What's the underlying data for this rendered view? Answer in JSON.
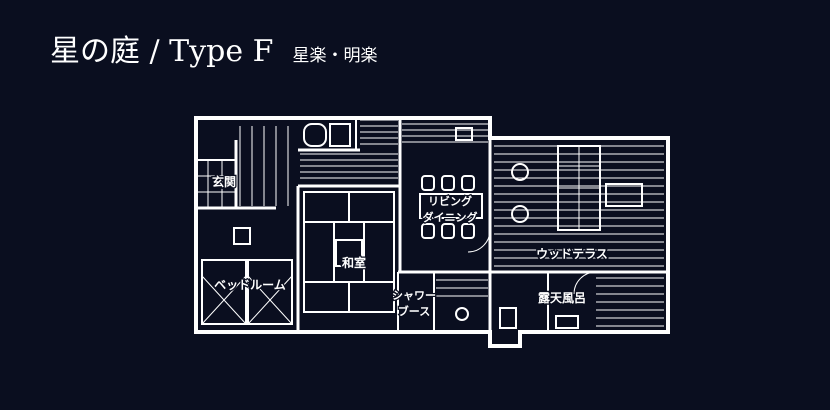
{
  "title": {
    "main": "星の庭 / Type F",
    "sub": "星楽・明楽"
  },
  "rooms": {
    "genkan": "玄関",
    "bedroom": "ベッドルーム",
    "washitsu": "和室",
    "living_line1": "リビング",
    "living_line2": "ダイニング",
    "wood_terrace": "ウッドテラス",
    "shower_line1": "シャワー",
    "shower_line2": "ブース",
    "rotenburo": "露天風呂"
  },
  "colors": {
    "background": "#0a0e1f",
    "lines": "#ffffff"
  }
}
